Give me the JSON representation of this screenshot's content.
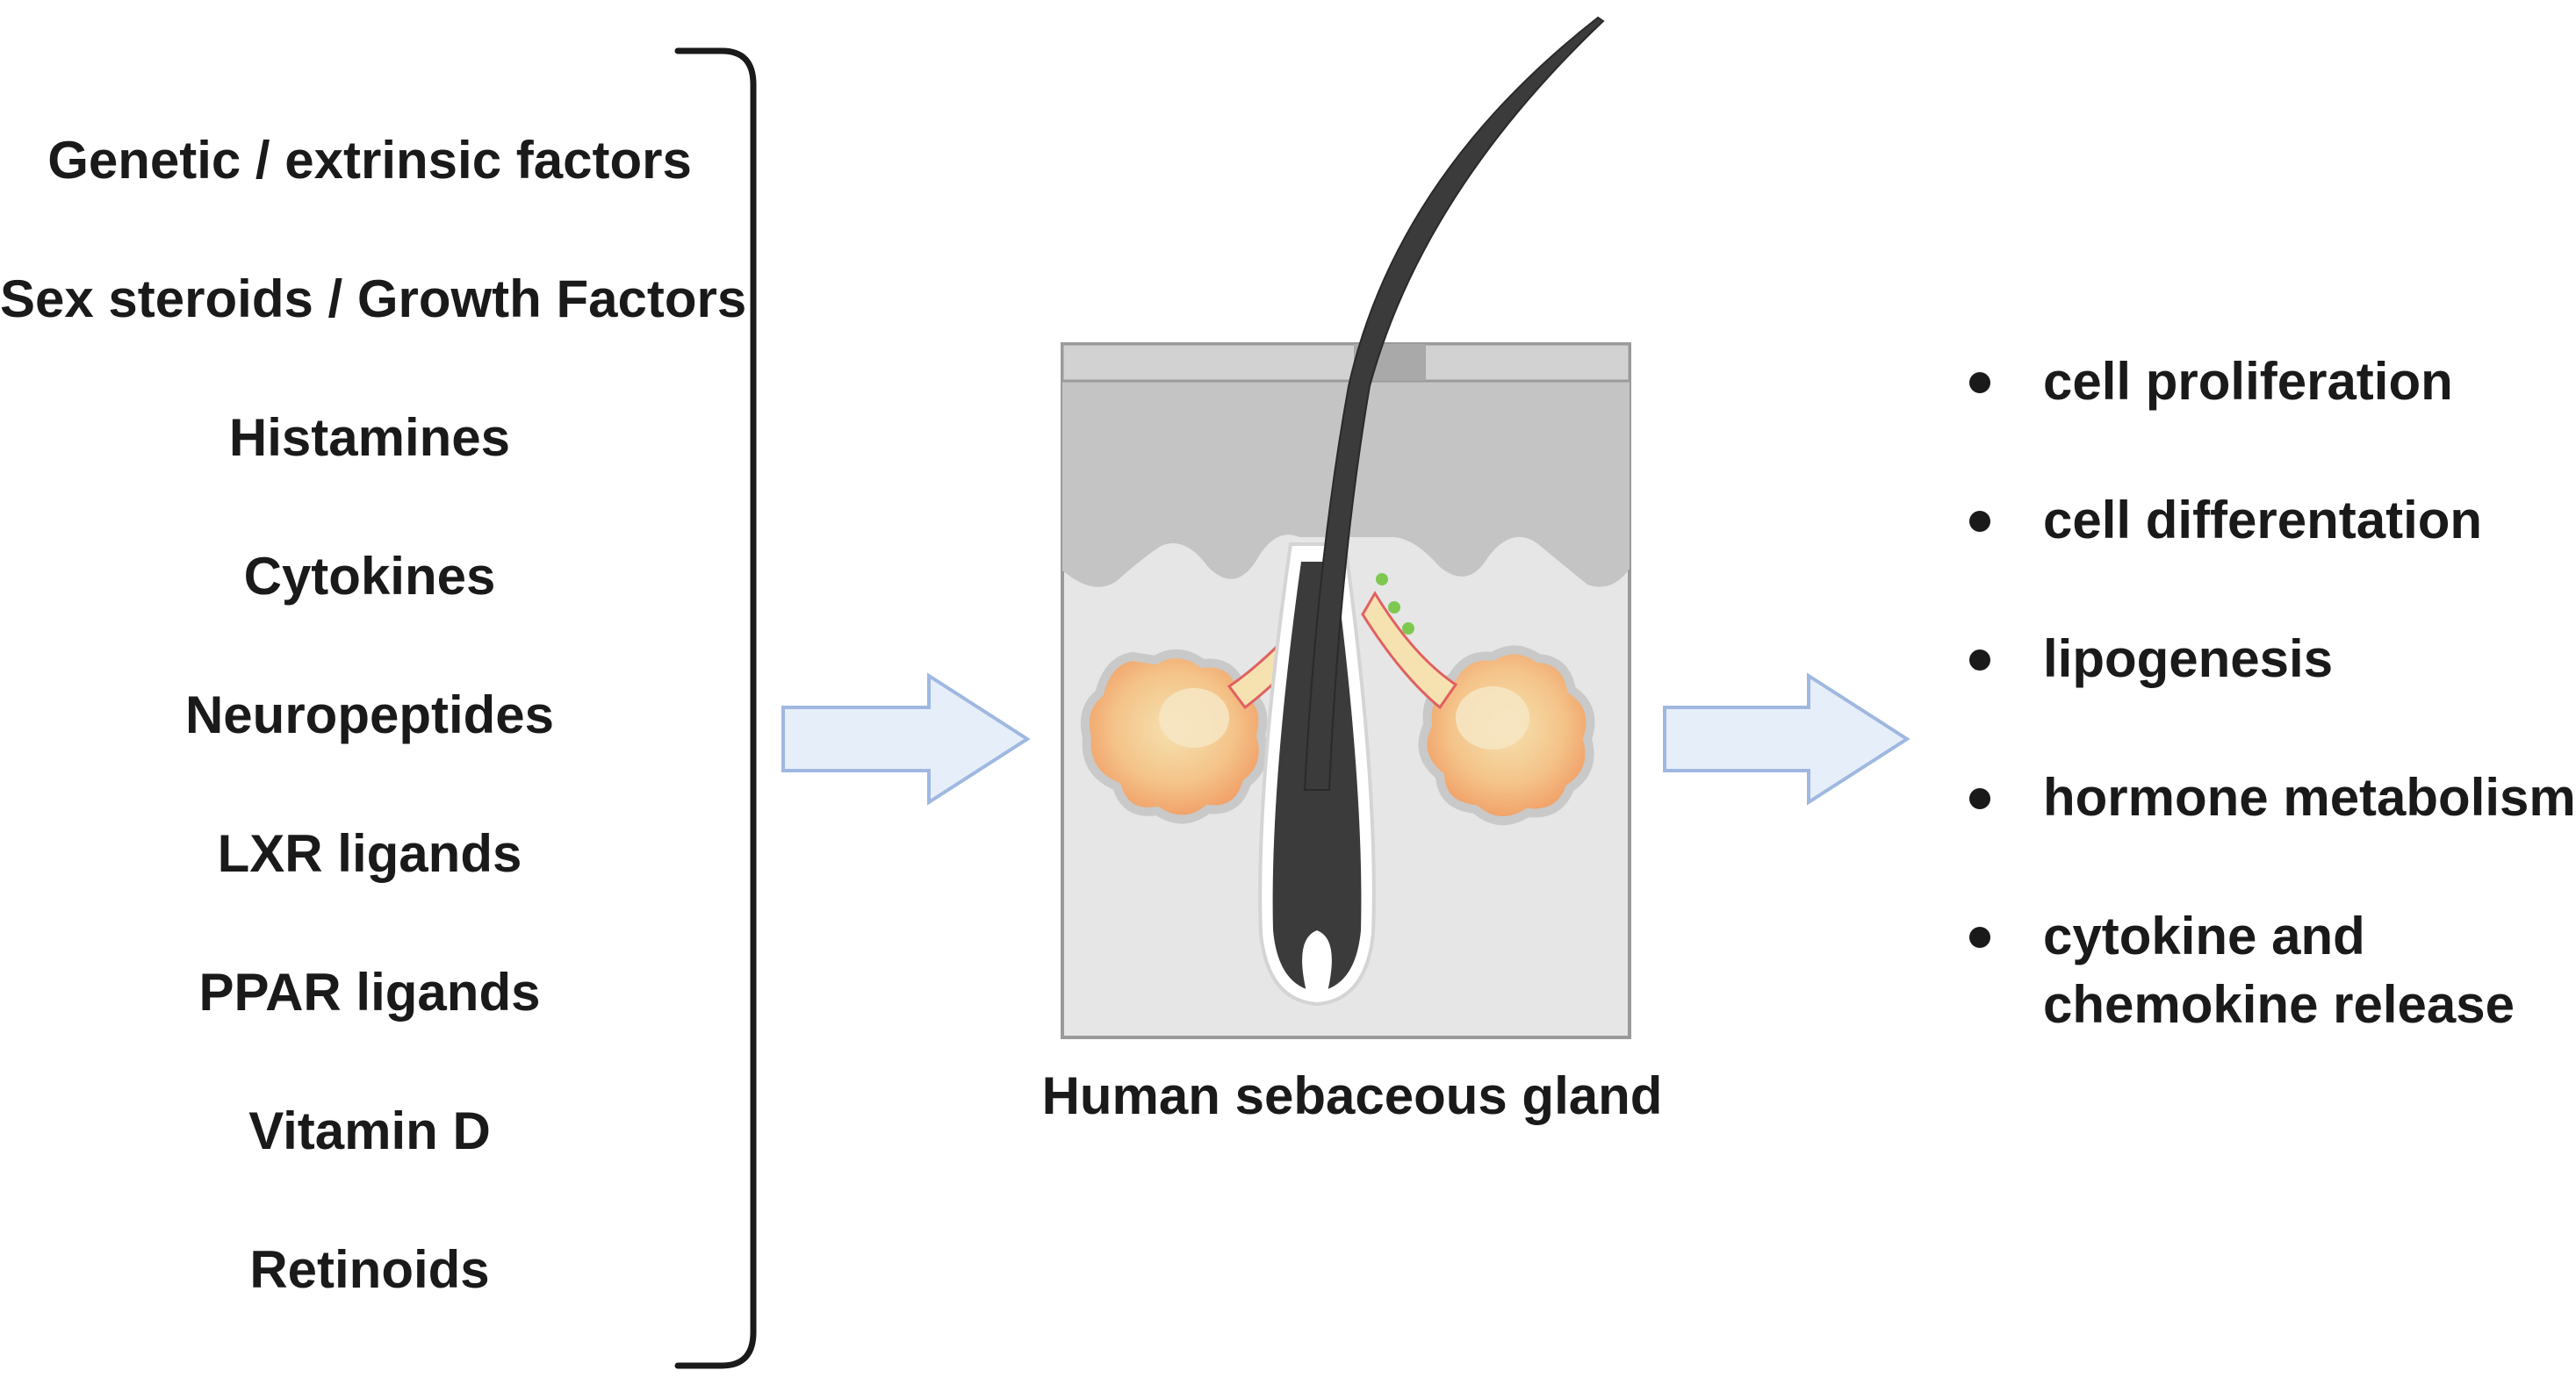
{
  "factors": [
    "Genetic / extrinsic factors",
    "Sex steroids / Growth Factors",
    "Histamines",
    "Cytokines",
    "Neuropeptides",
    "LXR ligands",
    "PPAR ligands",
    "Vitamin D",
    "Retinoids"
  ],
  "gland_label": "Human sebaceous gland",
  "outcomes": [
    "cell proliferation",
    "cell differentation",
    "lipogenesis",
    "hormone metabolism",
    "cytokine and",
    "chemokine release"
  ],
  "colors": {
    "text": "#1a1a1a",
    "arrow_fill": "#e6eefa",
    "arrow_stroke": "#9fb8e0",
    "epidermis": "#c4c4c4",
    "dermis": "#e6e6e6",
    "hair": "#3b3b3b",
    "gland_outer": "#f2a46c",
    "gland_inner": "#f6e2b0"
  }
}
